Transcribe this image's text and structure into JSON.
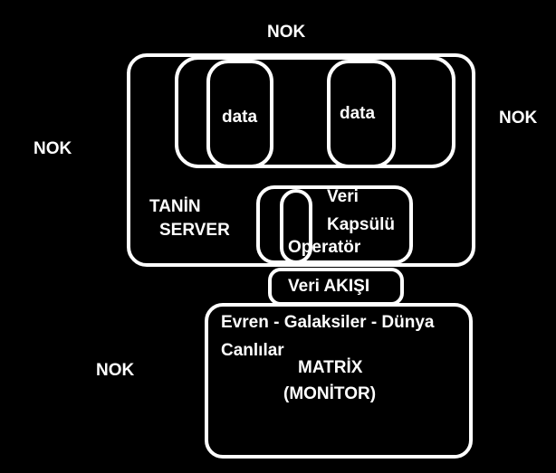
{
  "labels": {
    "nok_top": "NOK",
    "nok_left": "NOK",
    "nok_right": "NOK",
    "nok_bottom": "NOK",
    "data_left": "data",
    "data_right": "data",
    "server_line1": "TANİN",
    "server_line2": "SERVER",
    "capsule_line1": "Veri",
    "capsule_line2": "Kapsülü",
    "operator": "Operatör",
    "stream": "Veri AKIŞI",
    "matrix_line1": "Evren - Galaksiler - Dünya",
    "matrix_line2": "Canlılar",
    "matrix_title1": "MATRİX",
    "matrix_title2": "(MONİTOR)"
  },
  "colors": {
    "background": "#000000",
    "stroke": "#ffffff",
    "text": "#ffffff"
  }
}
